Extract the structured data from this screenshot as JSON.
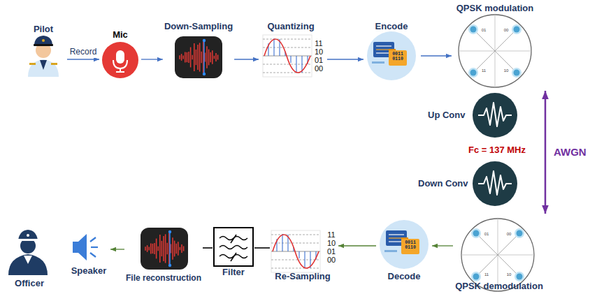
{
  "diagram": {
    "nodes": [
      {
        "text": [
          "Pilot"
        ]
      },
      {
        "text": [
          "Mic"
        ]
      },
      {
        "text": [
          "Down-Sampling"
        ]
      },
      {
        "text": [
          "Quantizing"
        ]
      },
      {
        "text": [
          "Encode",
          "0011 0110"
        ]
      },
      {
        "text": [
          "QPSK modulation"
        ]
      },
      {
        "text": [
          "Up Conv"
        ]
      },
      {
        "text": [
          "Down Conv"
        ]
      },
      {
        "text": [
          "QPSK demodulation"
        ]
      },
      {
        "text": [
          "Decode",
          "0011 0110"
        ]
      },
      {
        "text": [
          "Re-Sampling"
        ]
      },
      {
        "text": [
          "Filter"
        ]
      },
      {
        "text": [
          "File reconstruction"
        ]
      },
      {
        "text": [
          "Speaker"
        ]
      },
      {
        "text": [
          "Officer"
        ]
      }
    ],
    "edges": [
      {
        "from": 0,
        "to": 1,
        "label": "Record",
        "arrow": "to"
      },
      {
        "from": 1,
        "to": 2,
        "arrow": "to"
      },
      {
        "from": 2,
        "to": 3,
        "arrow": "to"
      },
      {
        "from": 3,
        "to": 4,
        "arrow": "to"
      },
      {
        "from": 4,
        "to": 5,
        "arrow": "to"
      },
      {
        "from": 5,
        "to": 8,
        "label": "AWGN",
        "arrow": "both"
      },
      {
        "from": 8,
        "to": 9,
        "arrow": "to"
      },
      {
        "from": 9,
        "to": 10,
        "arrow": "to"
      },
      {
        "from": 10,
        "to": 11,
        "arrow": "none"
      },
      {
        "from": 11,
        "to": 12,
        "arrow": "none"
      },
      {
        "from": 12,
        "to": 13,
        "arrow": "to"
      }
    ],
    "labels": [
      "11",
      "10",
      "01",
      "00",
      "01",
      "00",
      "11",
      "10",
      "Fc = 137 MHz",
      "01",
      "00",
      "11",
      "10",
      "11",
      "10",
      "01",
      "00"
    ]
  }
}
